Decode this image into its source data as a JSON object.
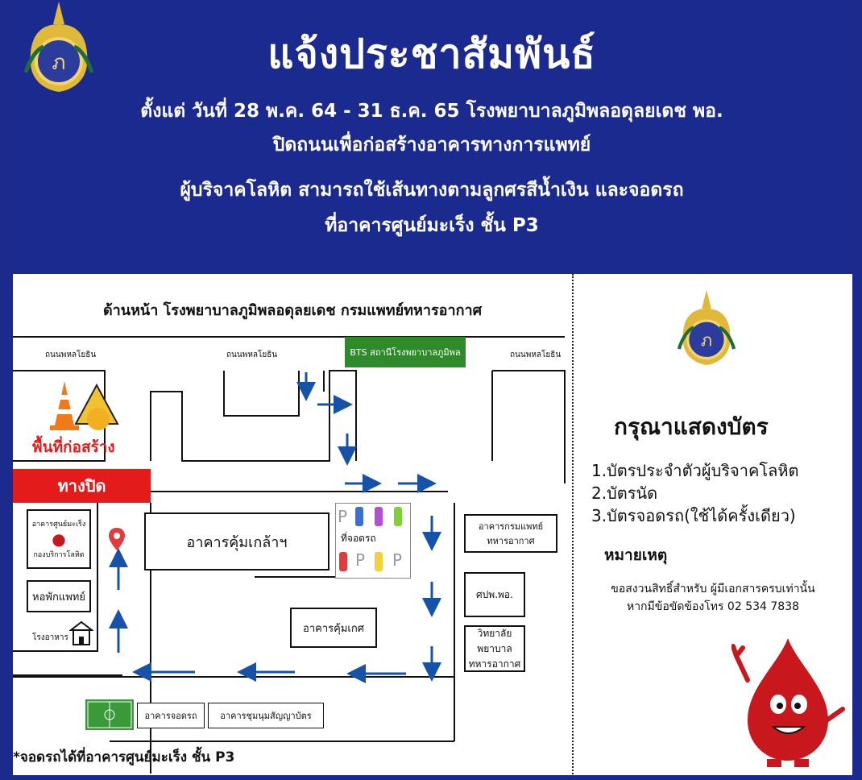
{
  "header": {
    "title": "แจ้งประชาสัมพันธ์",
    "line1": "ตั้งแต่ วันที่ 28 พ.ค. 64 - 31 ธ.ค. 65 โรงพยาบาลภูมิพลอดุลยเดช  พอ.",
    "line2": "ปิดถนนเพื่อก่อสร้างอาคารทางการแพทย์",
    "line3": "ผู้บริจาคโลหิต สามารถใช้เส้นทางตามลูกศรสีน้ำเงิน และจอดรถ",
    "line4": "ที่อาคารศูนย์มะเร็ง ชั้น P3"
  },
  "map": {
    "title": "ด้านหน้า โรงพยาบาลภูมิพลอดุลยเดช กรมแพทย์ทหารอากาศ",
    "road_left": "ถนนพหลโยธิน",
    "road_mid": "ถนนพหลโยธิน",
    "road_right": "ถนนพหลโยธิน",
    "bts": "BTS สถานีโรงพยาบาลภูมิพล",
    "construction": "พื้นที่ก่อสร้าง",
    "closed": "ทางปิด",
    "cancer_center_1": "อาคารศูนย์มะเร็ง",
    "cancer_center_2": "กองบริการโลหิต",
    "dorm": "หอพักแพทย์",
    "canteen": "โรงอาหาร",
    "kumklao": "อาคารคุ้มเกล้าฯ",
    "parking_lot": "ที่จอดรถ",
    "parking_p": "P",
    "kumket": "อาคารคุ้มเกศ",
    "af_med_1": "อาคารกรมแพทย์",
    "af_med_2": "ทหารอากาศ",
    "sapp": "ศปพ.พอ.",
    "college_1": "วิทยาลัย",
    "college_2": "พยาบาล",
    "college_3": "ทหารอากาศ",
    "garage": "อาคารจอดรถ",
    "flag_bldg": "อาคารชุมนุมสัญญาบัตร",
    "parking_note": "*จอดรถได้ที่อาคารศูนย์มะเร็ง ชั้น P3"
  },
  "card": {
    "title": "กรุณาแสดงบัตร",
    "items": [
      "1.บัตรประจำตัวผู้บริจาคโลหิต",
      "2.บัตรนัด",
      "3.บัตรจอดรถ(ใช้ได้ครั้งเดียว)"
    ],
    "remark_title": "หมายเหตุ",
    "remark_1": "ขอสงวนสิทธิ์สำหรับ ผู้มีเอกสารครบเท่านั้น",
    "remark_2": "หากมีข้อขัดข้องโทร 02 534 7838"
  },
  "colors": {
    "brand_blue": "#1a2a8e",
    "arrow_blue": "#1552a8",
    "closed_red": "#e31b1b",
    "bts_green": "#2f8a2a",
    "mascot_red": "#c8181e"
  },
  "icons": [
    "emblem-logo",
    "traffic-cone-icon",
    "worker-sign-icon",
    "hard-hat-icon",
    "location-pin-icon",
    "building-icon",
    "car-icon",
    "football-field-icon",
    "blood-drop-mascot"
  ]
}
